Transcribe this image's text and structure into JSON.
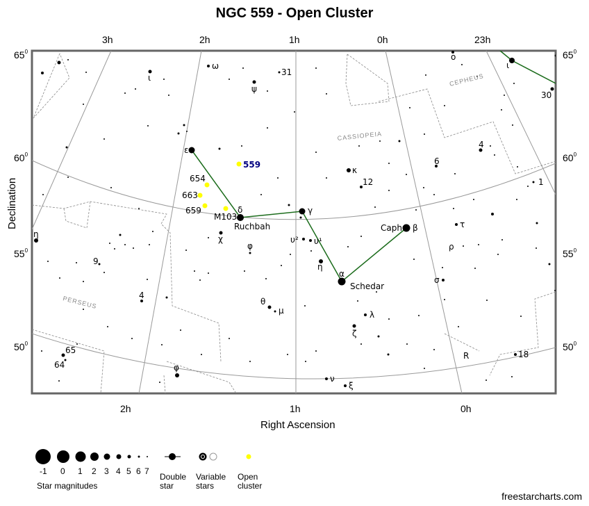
{
  "title": "NGC 559 - Open Cluster",
  "credit": "freestarcharts.com",
  "axes": {
    "x_label": "Right Ascension",
    "y_label": "Declination",
    "ra_top_ticks": [
      "3h",
      "2h",
      "1h",
      "0h",
      "23h"
    ],
    "ra_bottom_ticks": [
      "2h",
      "1h",
      "0h"
    ],
    "dec_left_ticks": [
      "65",
      "60",
      "55",
      "50"
    ],
    "dec_right_ticks": [
      "65",
      "60",
      "55",
      "50"
    ],
    "dec_superscript": "0"
  },
  "constellations": [
    "Cepheus",
    "Cassiopeia",
    "Perseus"
  ],
  "target": {
    "label": "559",
    "color": "#ffff00",
    "label_color": "#000080"
  },
  "clusters": [
    "654",
    "663",
    "659",
    "M103"
  ],
  "named_stars": [
    "Ruchbah",
    "Caph",
    "Schedar"
  ],
  "star_labels": [
    "ε",
    "δ",
    "γ",
    "α",
    "β",
    "κ",
    "η",
    "χ",
    "φ",
    "θ",
    "μ",
    "ψ",
    "ω",
    "ι",
    "λ",
    "ζ",
    "ν",
    "ξ",
    "τ",
    "ρ",
    "σ",
    "υ²",
    "υ¹",
    "η",
    "φ",
    "ι",
    "o",
    "R"
  ],
  "flamsteed_labels": [
    "31",
    "30",
    "12",
    "6",
    "4",
    "1",
    "9",
    "4",
    "65",
    "64",
    "18"
  ],
  "legend": {
    "magnitudes": [
      "-1",
      "0",
      "1",
      "2",
      "3",
      "4",
      "5",
      "6",
      "7"
    ],
    "magnitudes_label": "Star magnitudes",
    "double_label": "Double star",
    "variable_label": "Variable stars",
    "cluster_label": "Open cluster"
  },
  "colors": {
    "asterism": "#1a6b1a",
    "boundary": "#888888",
    "grid": "#999999",
    "cluster": "#ffff00"
  }
}
